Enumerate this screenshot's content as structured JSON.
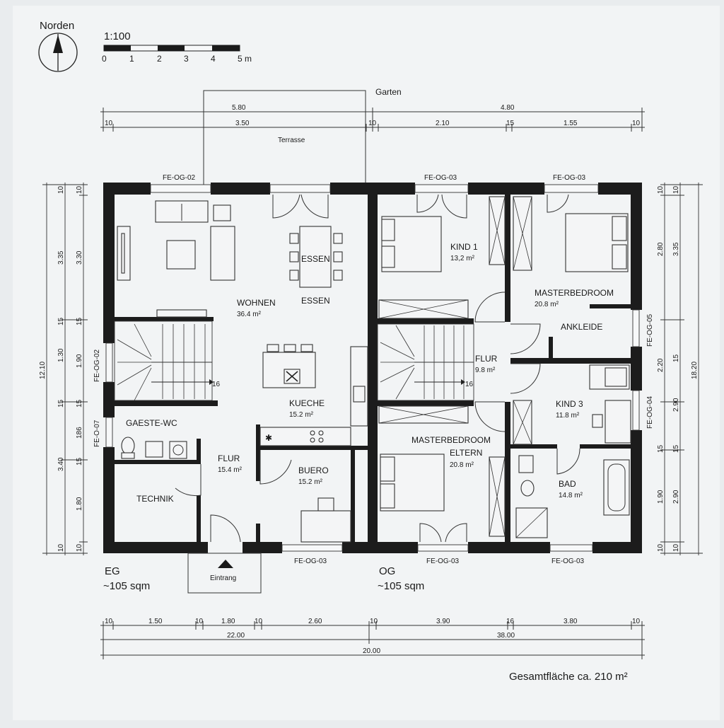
{
  "north": {
    "label": "Norden",
    "icon": "north-arrow-icon"
  },
  "scale": {
    "label": "1:100",
    "ticks": [
      "0",
      "1",
      "2",
      "3",
      "4",
      "5 m"
    ]
  },
  "site": {
    "garden": "Garten",
    "terrace": "Terrasse",
    "entrance": "Eintrang"
  },
  "floors": {
    "eg": {
      "name": "EG",
      "area": "~105 sqm"
    },
    "og": {
      "name": "OG",
      "area": "~105 sqm"
    }
  },
  "total_area": "Gesamtfläche ca. 210 m²",
  "rooms": {
    "wohnen": {
      "name": "WOHNEN",
      "area": "36.4 m²"
    },
    "essen_table": {
      "name": "ESSEN"
    },
    "essen": {
      "name": "ESSEN"
    },
    "kueche": {
      "name": "KUECHE",
      "area": "15.2 m²"
    },
    "gaeste_wc": {
      "name": "GAESTE-WC"
    },
    "technik": {
      "name": "TECHNIK"
    },
    "flur_eg": {
      "name": "FLUR",
      "area": "15.4 m²"
    },
    "buero": {
      "name": "BUERO",
      "area": "15.2 m²"
    },
    "kind1": {
      "name": "KIND 1",
      "area": "13,2 m²"
    },
    "master1": {
      "name": "MASTERBEDROOM",
      "area": "20.8 m²"
    },
    "ankleide": {
      "name": "ANKLEIDE"
    },
    "flur_og": {
      "name": "FLUR",
      "area": "9.8 m²"
    },
    "kind3": {
      "name": "KIND 3",
      "area": "11.8 m²"
    },
    "master2": {
      "name": "MASTERBEDROOM",
      "name2": "ELTERN",
      "area": "20.8 m²"
    },
    "bad": {
      "name": "BAD",
      "area": "14.8 m²"
    }
  },
  "stairs": {
    "eg_steps": "16",
    "og_steps": "16"
  },
  "windows": {
    "top_eg": "FE-OG-02",
    "top_og1": "FE-OG-03",
    "top_og2": "FE-OG-03",
    "left1": "FE-OG-02",
    "left2": "FE-O-07",
    "right1": "FE-OG-05",
    "right2": "FE-OG-04",
    "bottom_eg": "FE-OG-03",
    "bottom_og1": "FE-OG-03",
    "bottom_og2": "FE-OG-03"
  },
  "dimensions": {
    "top_row1": [
      "5.80",
      "4.80"
    ],
    "top_row2": [
      "10",
      "3.50",
      "10",
      "2.10",
      "15",
      "1.55",
      "10"
    ],
    "bottom_row1": [
      "10",
      "1.50",
      "10",
      "1.80",
      "10",
      "2.60",
      "10",
      "3.90",
      "16",
      "3.80",
      "10"
    ],
    "bottom_row2": [
      "22.00",
      "38.00"
    ],
    "bottom_row3": "20.00",
    "left_outer": "12.10",
    "left_mid": [
      "3.35",
      "15",
      "1.30",
      "15",
      "3.40"
    ],
    "left_inner": [
      "10",
      "3.30",
      "15",
      "1.90",
      "15",
      "186",
      "15",
      "1.80",
      "10"
    ],
    "left_top": [
      "10",
      "10"
    ],
    "right_inner": [
      "10",
      "2.80",
      "2.20",
      "15",
      "1.90",
      "10"
    ],
    "right_mid": [
      "10",
      "3.35",
      "15",
      "2.90",
      "15",
      "2.90",
      "10"
    ],
    "right_outer": "18.20"
  }
}
